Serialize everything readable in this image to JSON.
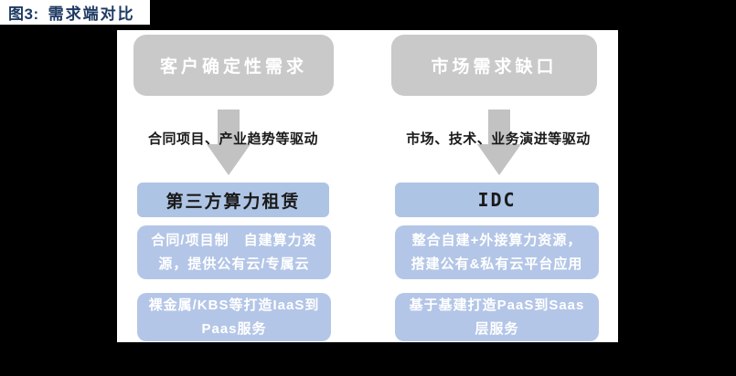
{
  "figure": {
    "title_prefix": "图3:",
    "title_text": "需求端对比"
  },
  "colors": {
    "background": "#000000",
    "panel": "#ffffff",
    "title_navy": "#1e3a63",
    "box_gray": "#c9c9c9",
    "arrow_gray": "#c2c2c2",
    "header_blue": "#aec4e4",
    "body_blue": "#b4c6e7",
    "body_text": "#ffffff",
    "dark_text": "#1a1a1a"
  },
  "columns": [
    {
      "id": "left",
      "top_box": "客户确定性需求",
      "driver": "合同项目、产业趋势等驱动",
      "header": "第三方算力租赁",
      "body_boxes": [
        [
          "合同/项目制　自建算力资",
          "源，提供公有云/专属云"
        ],
        [
          "裸金属/KBS等打造IaaS到",
          "Paas服务"
        ]
      ]
    },
    {
      "id": "right",
      "top_box": "市场需求缺口",
      "driver": "市场、技术、业务演进等驱动",
      "header": "IDC",
      "body_boxes": [
        [
          "整合自建+外接算力资源，",
          "搭建公有&私有云平台应用"
        ],
        [
          "基于基建打造PaaS到Saas",
          "层服务"
        ]
      ]
    }
  ]
}
